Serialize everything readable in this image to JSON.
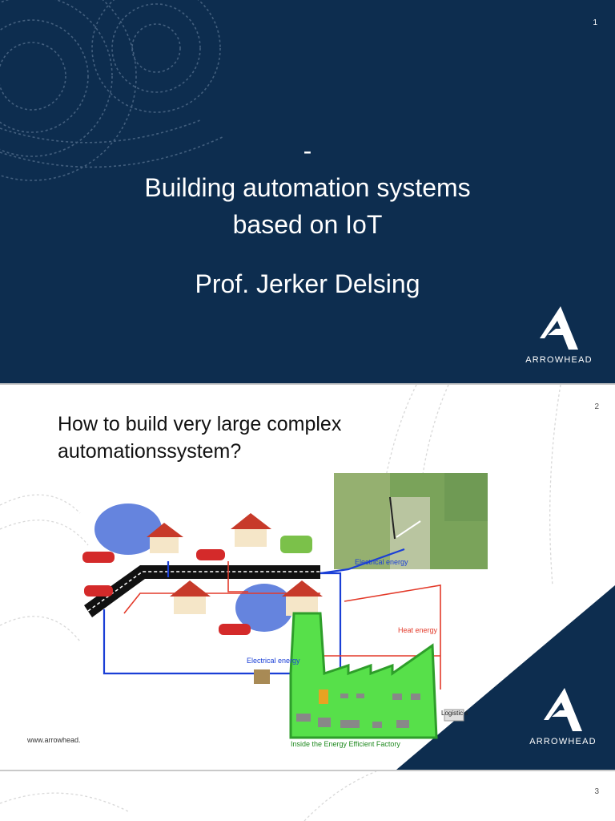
{
  "slide1": {
    "number": "1",
    "title_lines": [
      "-",
      "Building automation systems",
      "based on IoT",
      "",
      "Prof. Jerker Delsing"
    ],
    "logo_text": "ARROWHEAD",
    "background": "#0d2d4f"
  },
  "slide2": {
    "number": "2",
    "title_lines": [
      "How to build very large complex",
      "automationssystem?"
    ],
    "logo_text": "ARROWHEAD",
    "footer": "www.arrowhead.",
    "diagram_labels": {
      "electrical_top": "Electrical energy",
      "heat": "Heat energy",
      "electrical_bottom": "Electrical energy",
      "logistics": "Logistic s",
      "factory": "Inside the Energy Efficient Factory"
    },
    "accent": "#0d2d4f"
  },
  "slide3": {
    "number": "3"
  }
}
